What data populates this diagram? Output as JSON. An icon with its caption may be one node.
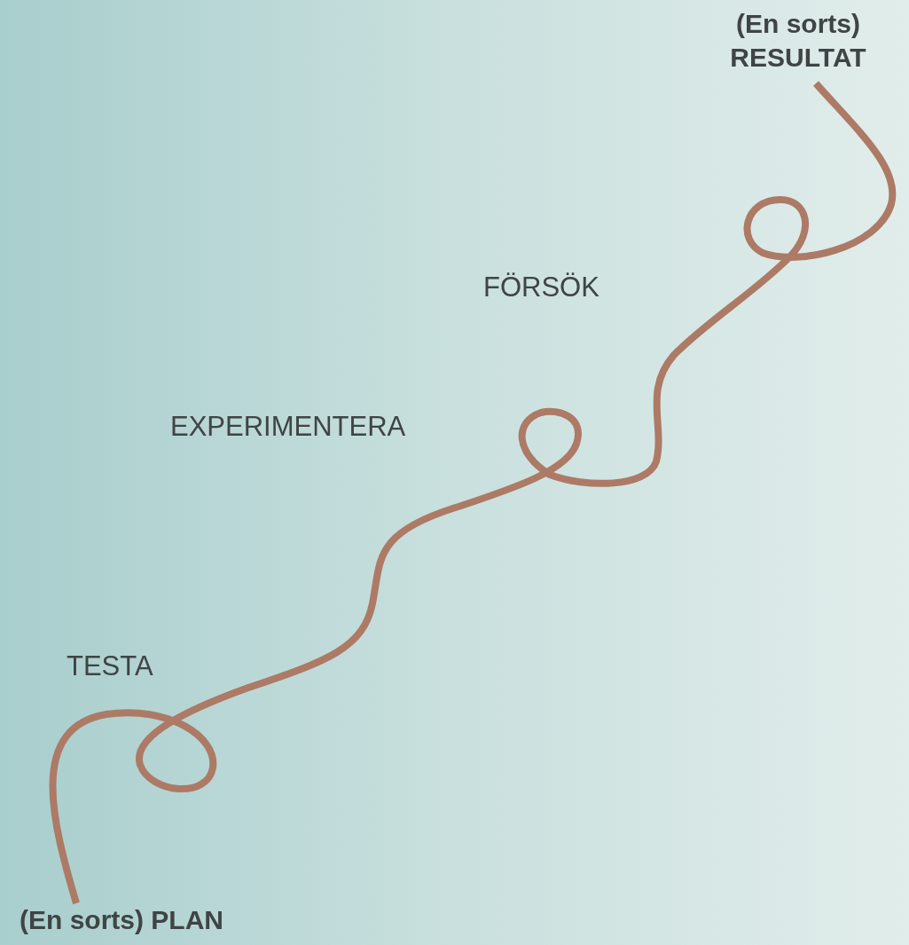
{
  "diagram": {
    "nodes": [
      {
        "text": [
          "(En sorts) RESULTAT"
        ]
      },
      {
        "text": [
          "(En sorts) PLAN"
        ]
      }
    ],
    "edges": [
      {
        "from": 1,
        "to": 0,
        "arrow": "none"
      }
    ],
    "labels": [
      "FÖRSÖK",
      "EXPERIMENTERA",
      "TESTA"
    ]
  }
}
